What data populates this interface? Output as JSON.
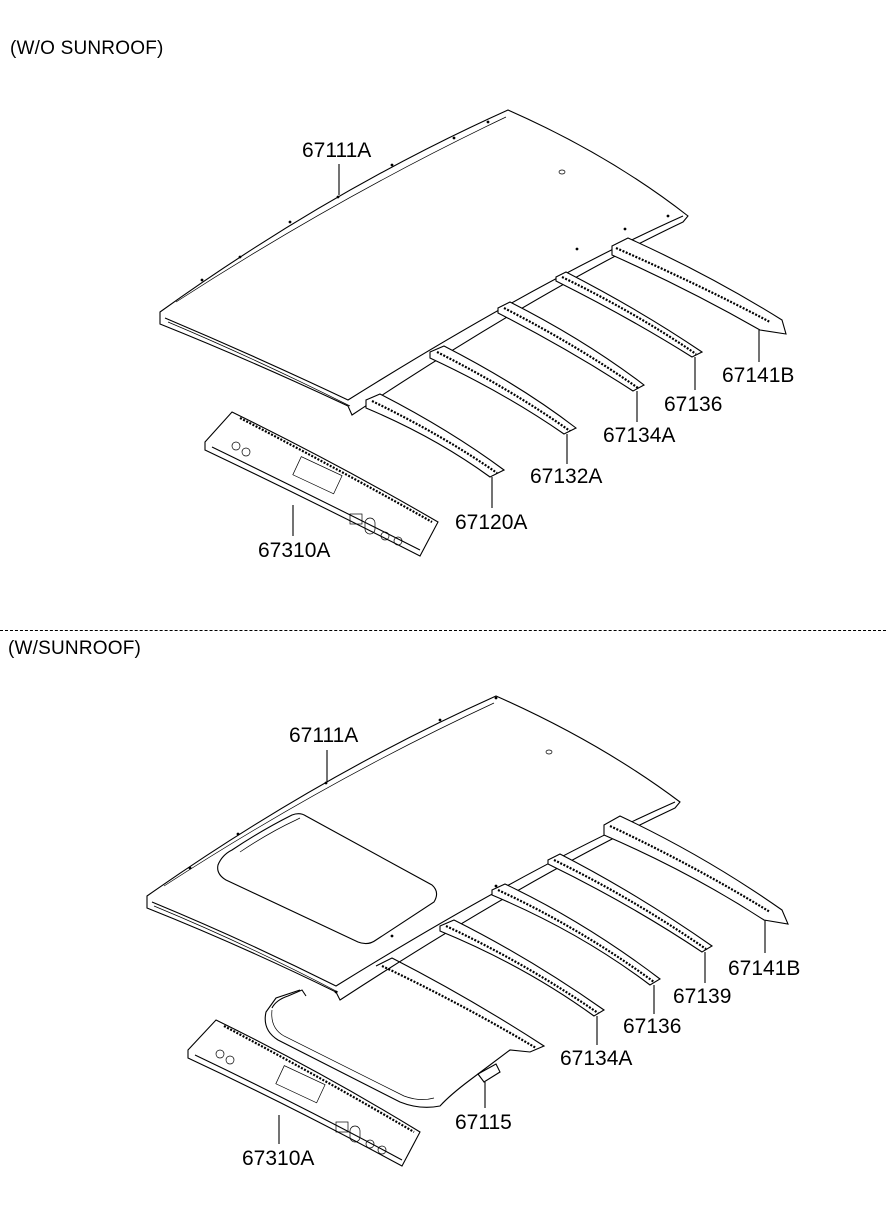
{
  "sections": [
    {
      "title": "(W/O SUNROOF)",
      "parts": [
        {
          "number": "67111A",
          "name": "roof-panel"
        },
        {
          "number": "67141B",
          "name": "rear-roof-rail"
        },
        {
          "number": "67136",
          "name": "roof-bow"
        },
        {
          "number": "67134A",
          "name": "roof-bow"
        },
        {
          "number": "67132A",
          "name": "roof-bow"
        },
        {
          "number": "67120A",
          "name": "front-roof-rail"
        },
        {
          "number": "67310A",
          "name": "cowl-panel"
        }
      ]
    },
    {
      "title": "(W/SUNROOF)",
      "parts": [
        {
          "number": "67111A",
          "name": "roof-panel"
        },
        {
          "number": "67141B",
          "name": "rear-roof-rail"
        },
        {
          "number": "67139",
          "name": "roof-bow"
        },
        {
          "number": "67136",
          "name": "roof-bow"
        },
        {
          "number": "67134A",
          "name": "roof-bow"
        },
        {
          "number": "67115",
          "name": "sunroof-reinforcement-frame"
        },
        {
          "number": "67310A",
          "name": "cowl-panel"
        }
      ]
    }
  ],
  "colors": {
    "line": "#000000",
    "background": "#ffffff"
  }
}
